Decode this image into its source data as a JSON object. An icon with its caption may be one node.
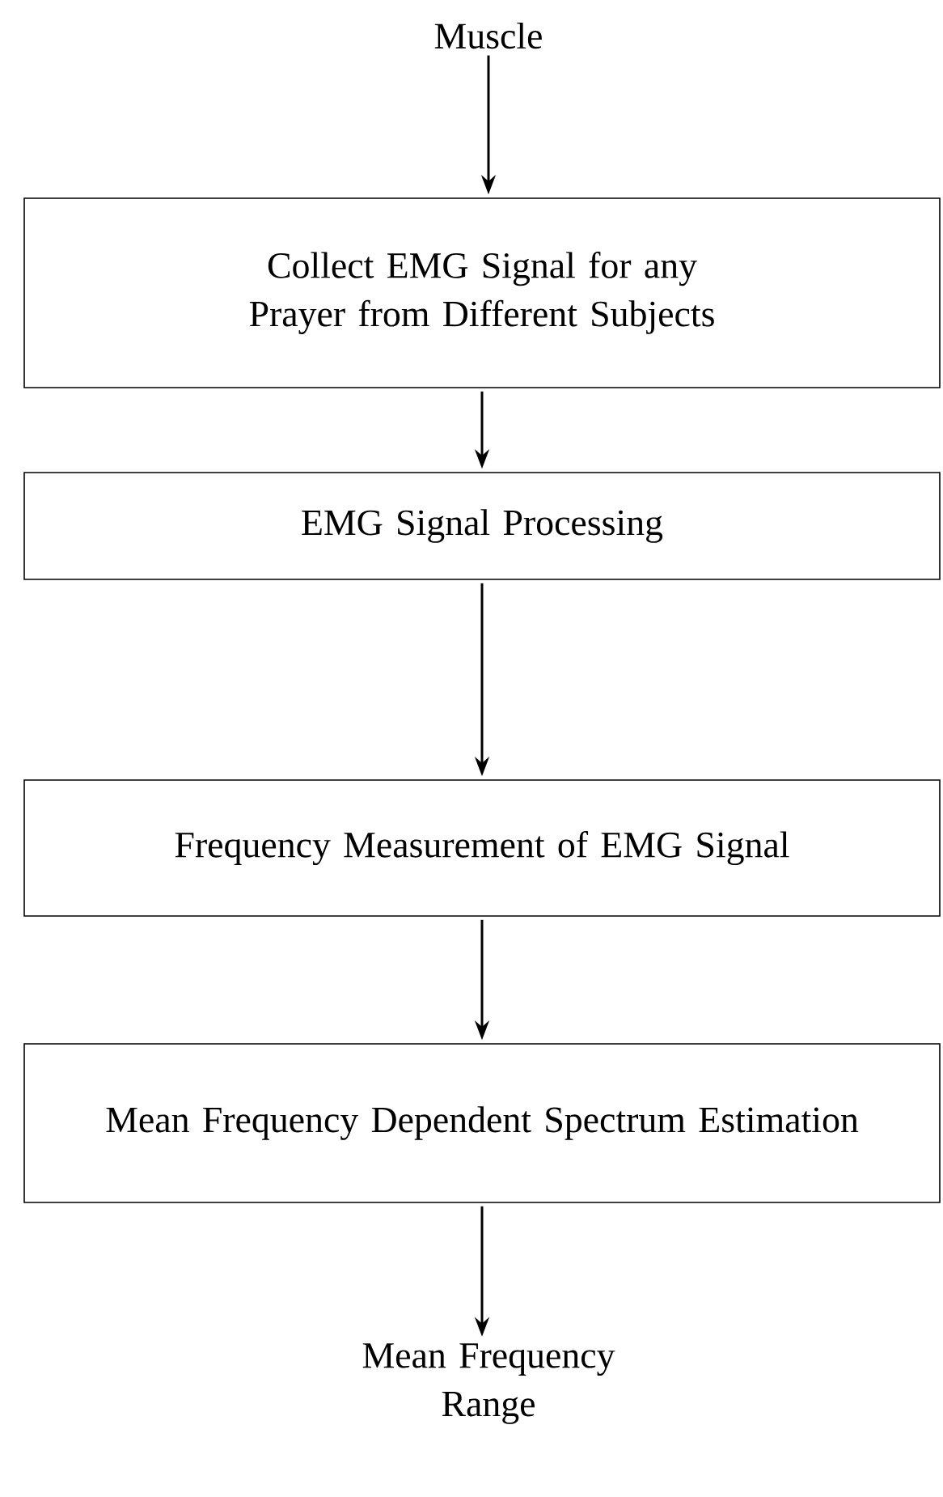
{
  "diagram": {
    "nodes": [
      {
        "text": [
          "Muscle"
        ]
      },
      {
        "text": [
          "Collect EMG Signal for any Prayer from Different Subjects"
        ]
      },
      {
        "text": [
          "EMG Signal Processing"
        ]
      },
      {
        "text": [
          "Frequency Measurement of EMG Signal"
        ]
      },
      {
        "text": [
          "Mean Frequency Dependent Spectrum Estimation"
        ]
      },
      {
        "text": [
          "Mean Frequency Range"
        ]
      }
    ],
    "edges": [
      {
        "from": 0,
        "to": 1,
        "arrow": "to"
      },
      {
        "from": 1,
        "to": 2,
        "arrow": "to"
      },
      {
        "from": 2,
        "to": 3,
        "arrow": "to"
      },
      {
        "from": 3,
        "to": 4,
        "arrow": "to"
      },
      {
        "from": 4,
        "to": 5,
        "arrow": "to"
      }
    ]
  }
}
